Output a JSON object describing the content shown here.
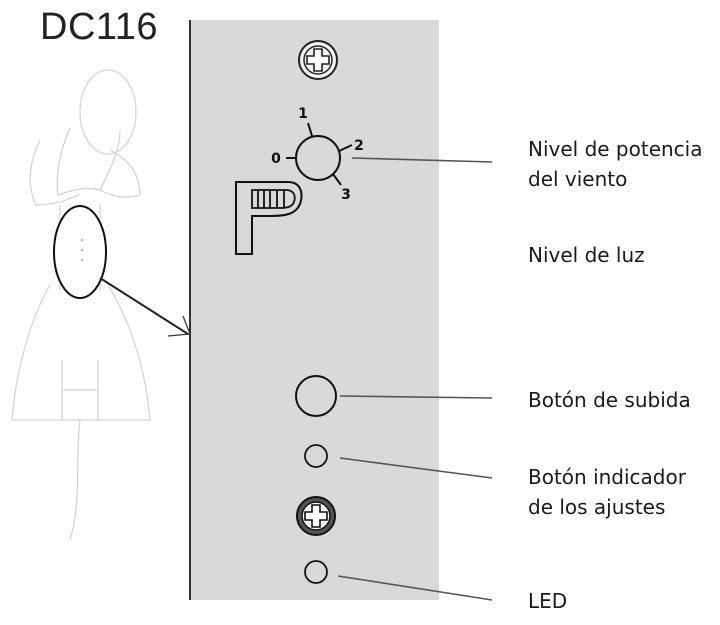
{
  "model": "DC116",
  "dial": {
    "marks": [
      "0",
      "1",
      "2",
      "3"
    ]
  },
  "labels": {
    "wind_line1": "Nivel de potencia",
    "wind_line2": "del viento",
    "light": "Nivel de luz",
    "up_button": "Botón de subida",
    "indicator_line1": "Botón indicador",
    "indicator_line2": "de los ajustes",
    "led": "LED"
  },
  "colors": {
    "panel": "#d9d9d9",
    "line": "#555555",
    "sketch": "#cfcfcf"
  }
}
